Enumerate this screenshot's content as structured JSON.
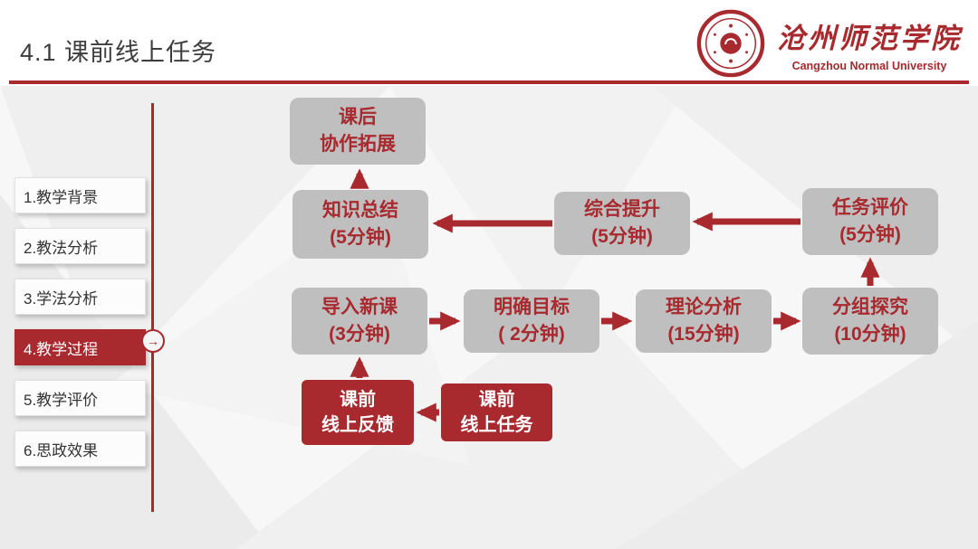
{
  "colors": {
    "accent_red": "#A8292E",
    "node_gray": "#BFBFBF",
    "title_text": "#3D3D3D",
    "background": "#F7F7F7"
  },
  "header": {
    "title": "4.1 课前线上任务",
    "logo": {
      "name_zh": "沧州师范学院",
      "name_en": "Cangzhou Normal University"
    }
  },
  "sidebar": {
    "active_index": 3,
    "indicator": "→",
    "items": [
      {
        "label": "1.教学背景"
      },
      {
        "label": "2.教法分析"
      },
      {
        "label": "3.学法分析"
      },
      {
        "label": "4.教学过程"
      },
      {
        "label": "5.教学评价"
      },
      {
        "label": "6.思政效果"
      }
    ]
  },
  "flowchart": {
    "nodes": {
      "after_class": {
        "line1": "课后",
        "line2": "协作拓展"
      },
      "summary": {
        "line1": "知识总结",
        "line2": "(5分钟)"
      },
      "improve": {
        "line1": "综合提升",
        "line2": "(5分钟)"
      },
      "task_eval": {
        "line1": "任务评价",
        "line2": "(5分钟)"
      },
      "intro": {
        "line1": "导入新课",
        "line2": "(3分钟)"
      },
      "goal": {
        "line1": "明确目标",
        "line2": "( 2分钟)"
      },
      "theory": {
        "line1": "理论分析",
        "line2": "(15分钟)"
      },
      "group": {
        "line1": "分组探究",
        "line2": "(10分钟)"
      },
      "feedback": {
        "line1": "课前",
        "line2": "线上反馈"
      },
      "task": {
        "line1": "课前",
        "line2": "线上任务"
      }
    }
  }
}
